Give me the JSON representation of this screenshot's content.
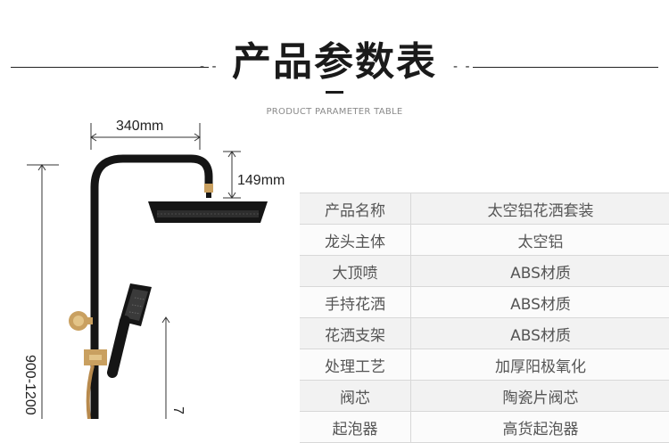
{
  "header": {
    "title": "产品参数表",
    "subtitle": "PRODUCT PARAMETER TABLE",
    "ornament_left": "- -",
    "ornament_right": "- -"
  },
  "dimensions": {
    "width_label": "340mm",
    "drop_label": "149mm",
    "height_label": "900-1200",
    "handheld_label": "7"
  },
  "colors": {
    "pipe": "#151515",
    "brass_accent": "#c9a060",
    "row_odd": "#f2f2f2",
    "row_even": "#fbfbfb"
  },
  "spec_rows": [
    {
      "key": "产品名称",
      "value": "太空铝花洒套装"
    },
    {
      "key": "龙头主体",
      "value": "太空铝"
    },
    {
      "key": "大顶喷",
      "value": "ABS材质"
    },
    {
      "key": "手持花洒",
      "value": "ABS材质"
    },
    {
      "key": "花洒支架",
      "value": "ABS材质"
    },
    {
      "key": "处理工艺",
      "value": "加厚阳极氧化"
    },
    {
      "key": "阀芯",
      "value": "陶瓷片阀芯"
    },
    {
      "key": "起泡器",
      "value": "高货起泡器"
    }
  ]
}
